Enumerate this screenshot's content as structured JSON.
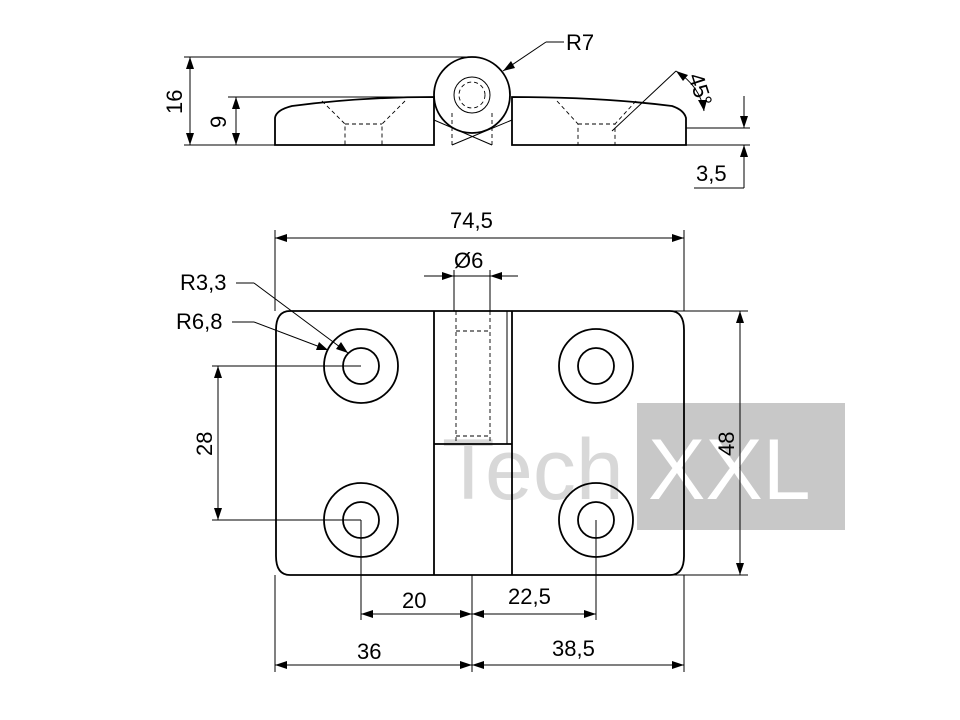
{
  "watermark": {
    "part1": "Tech",
    "part2": "XXL",
    "box_color": "#c8c8c8",
    "part1_color": "#d8d8d8",
    "part2_color": "#ffffff"
  },
  "side_view": {
    "pin_radius_label": "R7",
    "overall_height_label": "16",
    "leaf_height_label": "9",
    "thickness_label": "3,5",
    "chamfer_angle_label": "45°"
  },
  "top_view": {
    "overall_width_label": "74,5",
    "pin_diameter_label": "Ø6",
    "hole_radius_label": "R3,3",
    "counterbore_radius_label": "R6,8",
    "hole_spacing_label": "28",
    "overall_height_label": "48",
    "left_hole_offset_label": "20",
    "right_hole_offset_label": "22,5",
    "left_leaf_width_label": "36",
    "right_leaf_width_label": "38,5"
  }
}
